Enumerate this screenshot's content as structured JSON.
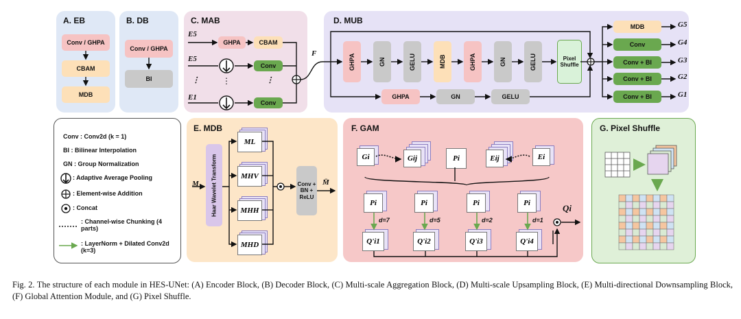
{
  "panels": {
    "eb": {
      "title": "A. EB",
      "items": [
        "Conv / GHPA",
        "CBAM",
        "MDB"
      ]
    },
    "db": {
      "title": "B. DB",
      "items": [
        "Conv / GHPA",
        "BI"
      ]
    },
    "mab": {
      "title": "C. MAB",
      "rows": [
        {
          "label": "E5",
          "a": "GHPA",
          "b": "CBAM"
        },
        {
          "label": "E5",
          "b": "Conv"
        },
        {
          "label": "⋮",
          "b": "⋮"
        },
        {
          "label": "E1",
          "b": "Conv"
        }
      ],
      "out": "F"
    },
    "mub": {
      "title": "D. MUB",
      "blocks": [
        "GHPA",
        "GN",
        "GELU",
        "MDB",
        "GHPA",
        "GN",
        "GELU"
      ],
      "pixel_shuffle": "Pixel Shuffle",
      "bottom": [
        "GHPA",
        "GN",
        "GELU"
      ],
      "outputs": [
        {
          "box": "MDB",
          "label": "G5"
        },
        {
          "box": "Conv",
          "label": "G4"
        },
        {
          "box": "Conv + BI",
          "label": "G3"
        },
        {
          "box": "Conv + BI",
          "label": "G2"
        },
        {
          "box": "Conv + BI",
          "label": "G1"
        }
      ]
    },
    "mdb": {
      "title": "E. MDB",
      "input": "M",
      "haar": "Haar Wavelet Transform",
      "branches": [
        "ML",
        "MHV",
        "MHH",
        "MHD"
      ],
      "block": "Conv + BN + ReLU",
      "output": "M̄"
    },
    "gam": {
      "title": "F. GAM",
      "gi": "Gi",
      "gij": "Gij",
      "pi": "Pi",
      "eij": "Eij",
      "ei": "Ei",
      "d": [
        "d=7",
        "d=5",
        "d=2",
        "d=1"
      ],
      "q": [
        "Q'i1",
        "Q'i2",
        "Q'i3",
        "Q'i4"
      ],
      "out": "Qi"
    },
    "ps": {
      "title": "G. Pixel Shuffle"
    }
  },
  "legend": [
    "Conv : Conv2d (k = 1)",
    "BI : Bilinear Interpolation",
    "GN : Group Normalization",
    ": Adaptive Average Pooling",
    ": Element-wise Addition",
    ": Concat",
    ": Channel-wise Chunking (4 parts)",
    ": LayerNorm + Dilated Conv2d (k=3)"
  ],
  "caption": "Fig. 2. The structure of each module in HES-UNet: (A) Encoder Block, (B) Decoder Block, (C) Multi-scale Aggregation Block, (D) Multi-scale Upsampling Block, (E) Multi-directional Downsampling Block, (F) Global Attention Module, and (G) Pixel Shuffle.",
  "colors": {
    "eb": "#dfe8f6",
    "mab": "#f1dfe9",
    "mub": "#e6e2f6",
    "mdb": "#fde6c8",
    "gam": "#f6c8c8",
    "ps": "#dff0d8"
  }
}
